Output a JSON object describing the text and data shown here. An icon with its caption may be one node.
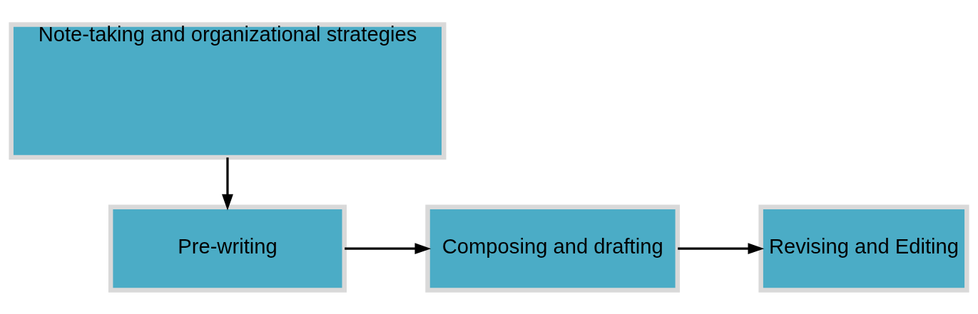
{
  "diagram": {
    "nodes": [
      {
        "text": [
          "Note-taking and organizational strategies"
        ]
      },
      {
        "text": [
          "Pre-writing"
        ]
      },
      {
        "text": [
          "Composing and drafting"
        ]
      },
      {
        "text": [
          "Revising and Editing"
        ]
      }
    ],
    "edges": [
      {
        "from": 0,
        "to": 1,
        "arrow": "to"
      },
      {
        "from": 1,
        "to": 2,
        "arrow": "to"
      },
      {
        "from": 2,
        "to": 3,
        "arrow": "to"
      }
    ]
  }
}
